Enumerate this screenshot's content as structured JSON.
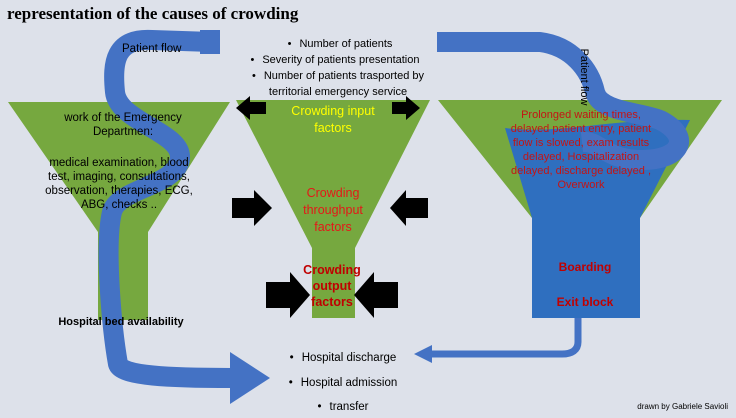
{
  "title": "representation of the causes of crowding",
  "inputs": [
    "Number of patients",
    "Severity of patients presentation",
    "Number of patients trasported by territorial emergency service"
  ],
  "left_funnel": {
    "flow_label": "Patient flow",
    "heading": "work of the Emergency Departmen:",
    "activities": "medical examination, blood test, imaging, consultations, observation, therapies, ECG, ABG, checks ..",
    "bed": "Hospital bed availability"
  },
  "middle_funnel": {
    "input": "Crowding input factors",
    "throughput": "Crowding throughput factors",
    "output": "Crowding output factors"
  },
  "right_funnel": {
    "flow_label": "Patient flow",
    "effects": "Prolonged waiting times, delayed patient entry, patient flow is slowed, exam results delayed, Hospitalization delayed, discharge delayed , Overwork",
    "boarding": "Boarding",
    "exit_block": "Exit block"
  },
  "outputs": [
    "Hospital discharge",
    "Hospital admission",
    "transfer"
  ],
  "credit": "drawn by Gabriele Savioli",
  "colors": {
    "background": "#dde1ea",
    "funnel_green": "#76a83f",
    "funnel_blue": "#2f6fbf",
    "flow_arrow": "#4472c4",
    "input_text": "#ffff00",
    "factor_text": "#e41818"
  }
}
